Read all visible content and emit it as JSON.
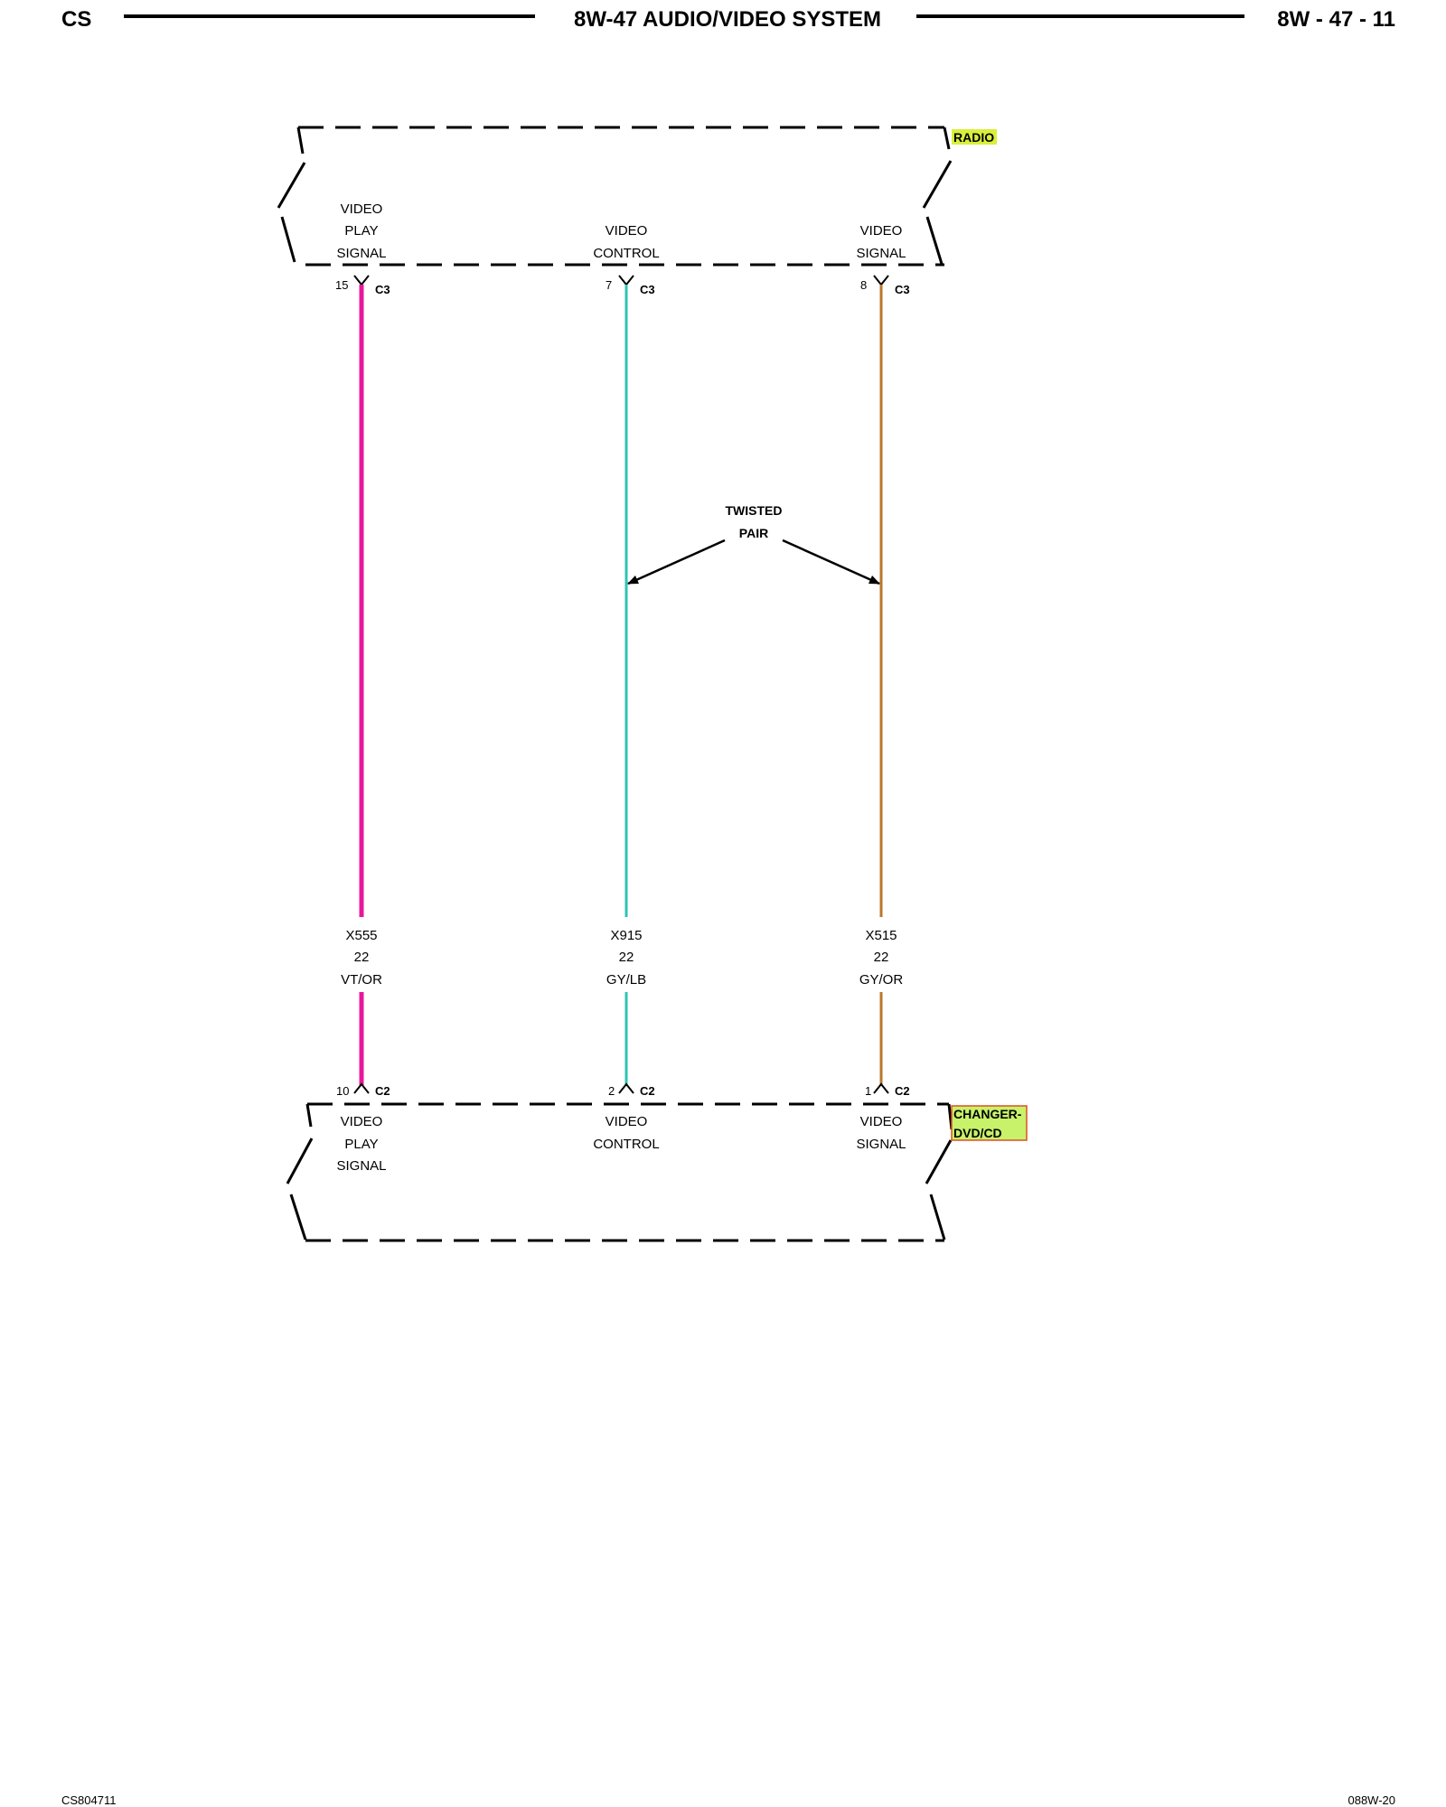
{
  "header": {
    "left": "CS",
    "title": "8W-47 AUDIO/VIDEO SYSTEM",
    "page": "8W - 47 - 11"
  },
  "radio": {
    "name": "RADIO",
    "label_color": "#d9ef3c",
    "pins": [
      {
        "pin": "15",
        "connector": "C3",
        "line1": "VIDEO",
        "line2": "PLAY",
        "line3": "SIGNAL"
      },
      {
        "pin": "7",
        "connector": "C3",
        "line1": "VIDEO",
        "line2": "CONTROL",
        "line3": ""
      },
      {
        "pin": "8",
        "connector": "C3",
        "line1": "VIDEO",
        "line2": "SIGNAL",
        "line3": ""
      }
    ]
  },
  "changer": {
    "name_line1": "CHANGER-",
    "name_line2": "DVD/CD",
    "label_color": "#c8f26a",
    "label_border": "#e05020",
    "pins": [
      {
        "pin": "10",
        "connector": "C2",
        "line1": "VIDEO",
        "line2": "PLAY",
        "line3": "SIGNAL"
      },
      {
        "pin": "2",
        "connector": "C2",
        "line1": "VIDEO",
        "line2": "CONTROL",
        "line3": ""
      },
      {
        "pin": "1",
        "connector": "C2",
        "line1": "VIDEO",
        "line2": "SIGNAL",
        "line3": ""
      }
    ]
  },
  "wires": [
    {
      "circuit": "X555",
      "gauge": "22",
      "color_code": "VT/OR",
      "color": "#e8189a"
    },
    {
      "circuit": "X915",
      "gauge": "22",
      "color_code": "GY/LB",
      "color": "#2ec4b4"
    },
    {
      "circuit": "X515",
      "gauge": "22",
      "color_code": "GY/OR",
      "color": "#b8782c"
    }
  ],
  "twisted_pair": {
    "line1": "TWISTED",
    "line2": "PAIR"
  },
  "footer": {
    "left": "CS804711",
    "right": "088W-20"
  }
}
